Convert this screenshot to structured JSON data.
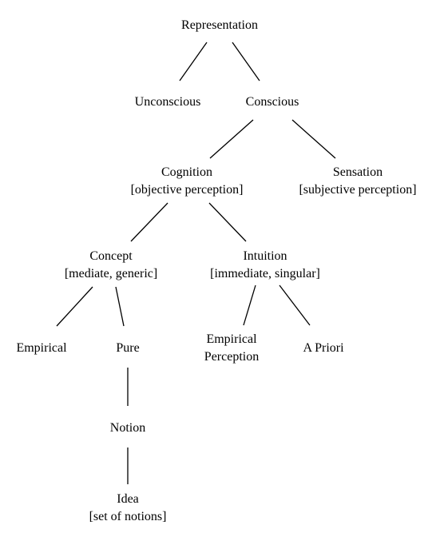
{
  "nodes": {
    "representation": {
      "label": "Representation"
    },
    "unconscious": {
      "label": "Unconscious"
    },
    "conscious": {
      "label": "Conscious"
    },
    "cognition": {
      "label": "Cognition",
      "note": "[objective perception]"
    },
    "sensation": {
      "label": "Sensation",
      "note": "[subjective perception]"
    },
    "concept": {
      "label": "Concept",
      "note": "[mediate, generic]"
    },
    "intuition": {
      "label": "Intuition",
      "note": "[immediate, singular]"
    },
    "empirical": {
      "label": "Empirical"
    },
    "pure": {
      "label": "Pure"
    },
    "empirical_perception": {
      "label": "Empirical",
      "label2": "Perception"
    },
    "a_priori": {
      "label": "A Priori"
    },
    "notion": {
      "label": "Notion"
    },
    "idea": {
      "label": "Idea",
      "note": "[set of notions]"
    }
  },
  "edges": [
    [
      "representation",
      "unconscious"
    ],
    [
      "representation",
      "conscious"
    ],
    [
      "conscious",
      "cognition"
    ],
    [
      "conscious",
      "sensation"
    ],
    [
      "cognition",
      "concept"
    ],
    [
      "cognition",
      "intuition"
    ],
    [
      "concept",
      "empirical"
    ],
    [
      "concept",
      "pure"
    ],
    [
      "intuition",
      "empirical_perception"
    ],
    [
      "intuition",
      "a_priori"
    ],
    [
      "pure",
      "notion"
    ],
    [
      "notion",
      "idea"
    ]
  ]
}
